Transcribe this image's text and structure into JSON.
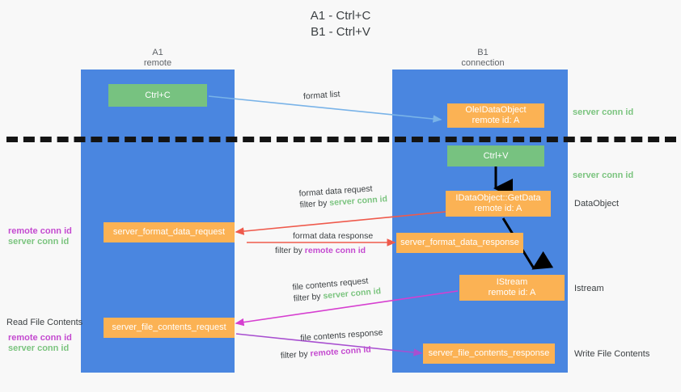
{
  "title": {
    "line1": "A1 - Ctrl+C",
    "line2": "B1 - Ctrl+V"
  },
  "colors": {
    "lane": "#4a86e0",
    "green_box": "#77c280",
    "orange_box": "#fbb254",
    "server_conn_id": "#7bc47f",
    "remote_conn_id": "#c44ad0",
    "divider": "#141414",
    "blue_arrow": "#79b3e8",
    "red_arrow": "#ef5a4c",
    "magenta_arrow": "#d63fd0",
    "purple_arrow": "#a84fd0",
    "black_arrow": "#000000",
    "background": "#f8f8f8"
  },
  "columns": [
    {
      "id": "a1",
      "name": "A1",
      "sub": "remote"
    },
    {
      "id": "b1",
      "name": "B1",
      "sub": "connection"
    }
  ],
  "nodes": {
    "ctrl_c": {
      "line1": "Ctrl+C"
    },
    "ole_idataobject": {
      "line1": "OleIDataObject",
      "line2": "remote id: A"
    },
    "ctrl_v": {
      "line1": "Ctrl+V"
    },
    "idataobject_getdata": {
      "line1": "IDataObject::GetData",
      "line2": "remote id: A"
    },
    "server_format_data_request": {
      "line1": "server_format_data_request"
    },
    "server_format_data_response": {
      "line1": "server_format_data_response"
    },
    "istream": {
      "line1": "IStream",
      "line2": "remote id: A"
    },
    "server_file_contents_request": {
      "line1": "server_file_contents_request"
    },
    "server_file_contents_response": {
      "line1": "server_file_contents_response"
    }
  },
  "right_labels": [
    {
      "id": "server-conn-id-top",
      "text": "server conn id",
      "kind": "green"
    },
    {
      "id": "server-conn-id-middle",
      "text": "server conn id",
      "kind": "green"
    },
    {
      "id": "dataobject",
      "text": "DataObject",
      "kind": "grey"
    },
    {
      "id": "istream",
      "text": "Istream",
      "kind": "grey"
    },
    {
      "id": "write-file-contents",
      "text": "Write File Contents",
      "kind": "grey"
    }
  ],
  "left_labels": [
    {
      "id": "remote-conn-id-upper",
      "text": "remote conn id",
      "kind": "magenta"
    },
    {
      "id": "server-conn-id-upper",
      "text": "server conn id",
      "kind": "green"
    },
    {
      "id": "read-file-contents",
      "text": "Read File Contents",
      "kind": "grey"
    },
    {
      "id": "remote-conn-id-lower",
      "text": "remote conn id",
      "kind": "magenta"
    },
    {
      "id": "server-conn-id-lower",
      "text": "server conn id",
      "kind": "green"
    }
  ],
  "edge_labels": {
    "format_list": {
      "text": "format list"
    },
    "format_data_request": {
      "text": "format data request",
      "filter_prefix": "filter by ",
      "filter_value": "server conn id",
      "filter_kind": "green"
    },
    "format_data_response": {
      "text": "format data response",
      "filter_prefix": "filter by ",
      "filter_value": "remote conn id",
      "filter_kind": "magenta"
    },
    "file_contents_request": {
      "text": "file contents request",
      "filter_prefix": "filter by ",
      "filter_value": "server conn id",
      "filter_kind": "green"
    },
    "file_contents_response": {
      "text": "file contents response",
      "filter_prefix": "filter by ",
      "filter_value": "remote conn id",
      "filter_kind": "magenta"
    }
  }
}
